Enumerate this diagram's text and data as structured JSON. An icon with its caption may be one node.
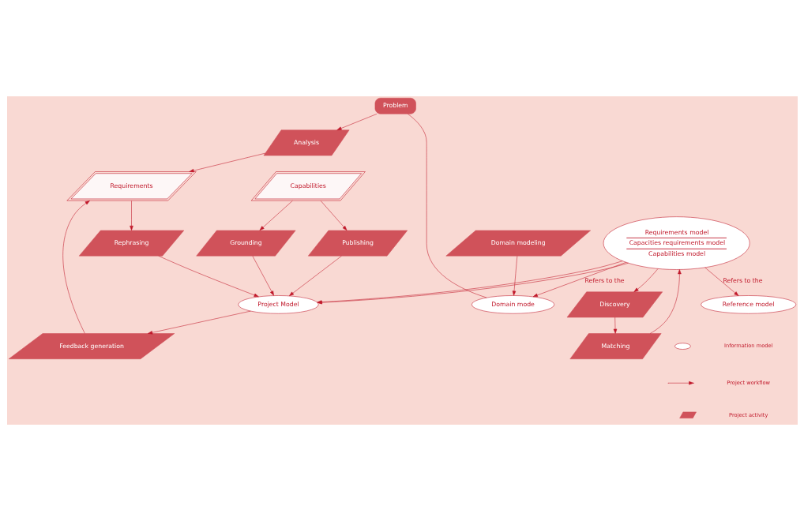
{
  "diagram": {
    "nodes": [
      {
        "text": [
          "Problem"
        ]
      },
      {
        "text": [
          "Analysis"
        ]
      },
      {
        "text": [
          "Domain modeling"
        ]
      },
      {
        "text": [
          "Domain mode"
        ]
      },
      {
        "text": [
          "Requirements"
        ]
      },
      {
        "text": [
          "Feedback generation"
        ]
      },
      {
        "text": [
          "Rephrasing"
        ]
      },
      {
        "text": [
          "Discovery"
        ]
      },
      {
        "text": [
          "Project Model"
        ]
      },
      {
        "text": [
          "Requirements model",
          "Capacities requirements model",
          "Capabilities model"
        ]
      },
      {
        "text": [
          "Publishing"
        ]
      },
      {
        "text": [
          "Grounding"
        ]
      },
      {
        "text": [
          "Matching"
        ]
      },
      {
        "text": [
          "Capabilities"
        ]
      },
      {
        "text": [
          "Reference model"
        ]
      }
    ],
    "edges": [
      {
        "from": 0,
        "to": 1,
        "arrow": "to"
      },
      {
        "from": 0,
        "to": 3,
        "arrow": "none"
      },
      {
        "from": 2,
        "to": 3,
        "arrow": "to"
      },
      {
        "from": 1,
        "to": 4,
        "arrow": "to"
      },
      {
        "from": 5,
        "to": 4,
        "arrow": "to"
      },
      {
        "from": 4,
        "to": 6,
        "arrow": "to"
      },
      {
        "from": 6,
        "to": 8,
        "arrow": "to"
      },
      {
        "from": 8,
        "to": 5,
        "arrow": "to"
      },
      {
        "from": 9,
        "to": 8,
        "arrow": "to"
      },
      {
        "from": 9,
        "to": 8,
        "arrow": "to"
      },
      {
        "from": 9,
        "to": 3,
        "label": "Refers to the",
        "arrow": "to"
      },
      {
        "from": 9,
        "to": 7,
        "arrow": "to"
      },
      {
        "from": 7,
        "to": 12,
        "arrow": "to"
      },
      {
        "from": 12,
        "to": 9,
        "arrow": "to"
      },
      {
        "from": 9,
        "to": 14,
        "label": "Refers to the",
        "arrow": "to"
      },
      {
        "from": 10,
        "to": 8,
        "arrow": "to"
      },
      {
        "from": 11,
        "to": 8,
        "arrow": "to"
      },
      {
        "from": 13,
        "to": 10,
        "arrow": "to"
      },
      {
        "from": 13,
        "to": 11,
        "arrow": "to"
      }
    ],
    "legend": [
      {
        "text": "Information model"
      },
      {
        "text": "Project workflow"
      },
      {
        "text": "Project activity"
      }
    ]
  }
}
